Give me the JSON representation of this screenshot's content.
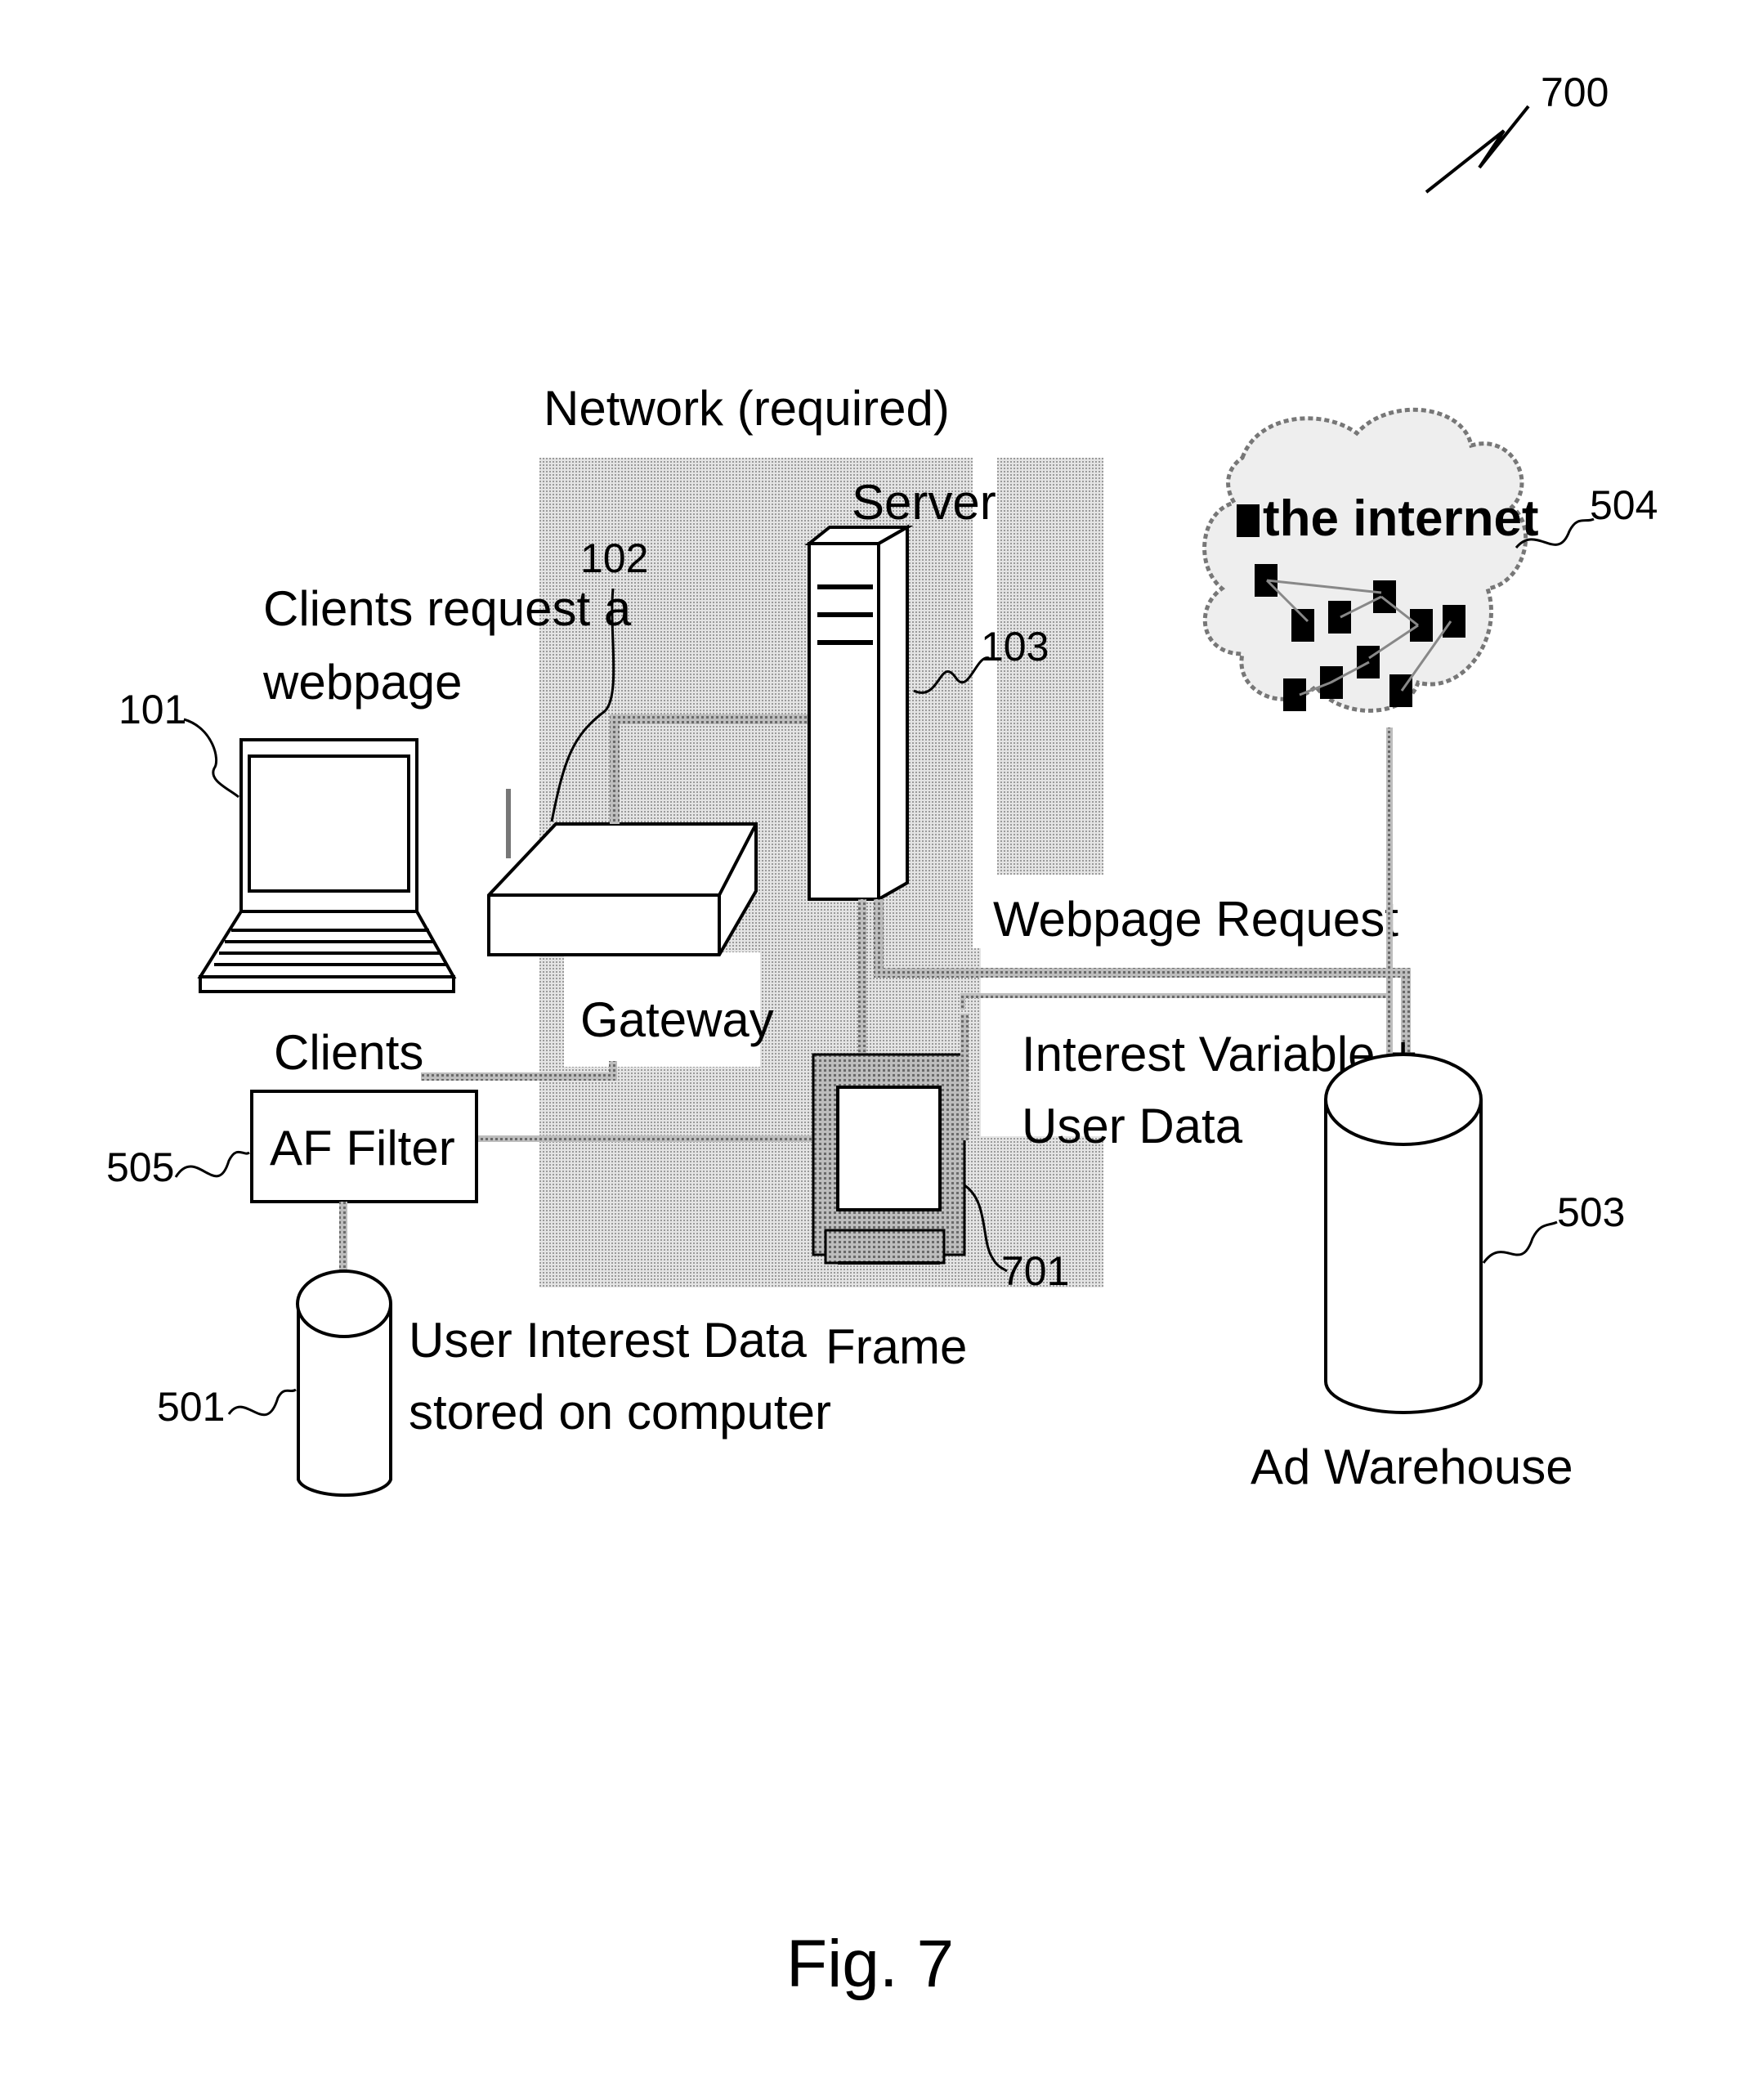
{
  "figure": {
    "number_label": "Fig. 7",
    "ref_main": "700"
  },
  "labels": {
    "network": "Network (required)",
    "server": "Server",
    "clients_request_line1": "Clients request a",
    "clients_request_line2": "webpage",
    "clients": "Clients",
    "gateway": "Gateway",
    "af_filter": "AF Filter",
    "webpage_request": "Webpage Request",
    "interest_variable_line1": "Interest Variable +",
    "interest_variable_line2": "User Data",
    "frame": "Frame",
    "user_interest_line1": "User Interest Data",
    "user_interest_line2": "stored on computer",
    "ad_warehouse": "Ad Warehouse",
    "the_internet": "the internet"
  },
  "refs": {
    "client": "101",
    "gateway": "102",
    "server": "103",
    "user_data_store": "501",
    "ad_warehouse": "503",
    "internet": "504",
    "af_filter": "505",
    "frame": "701"
  },
  "colors": {
    "line": "#000000",
    "shade": "#c9c9c9",
    "connector": "#8a8a8a",
    "background": "#ffffff"
  }
}
